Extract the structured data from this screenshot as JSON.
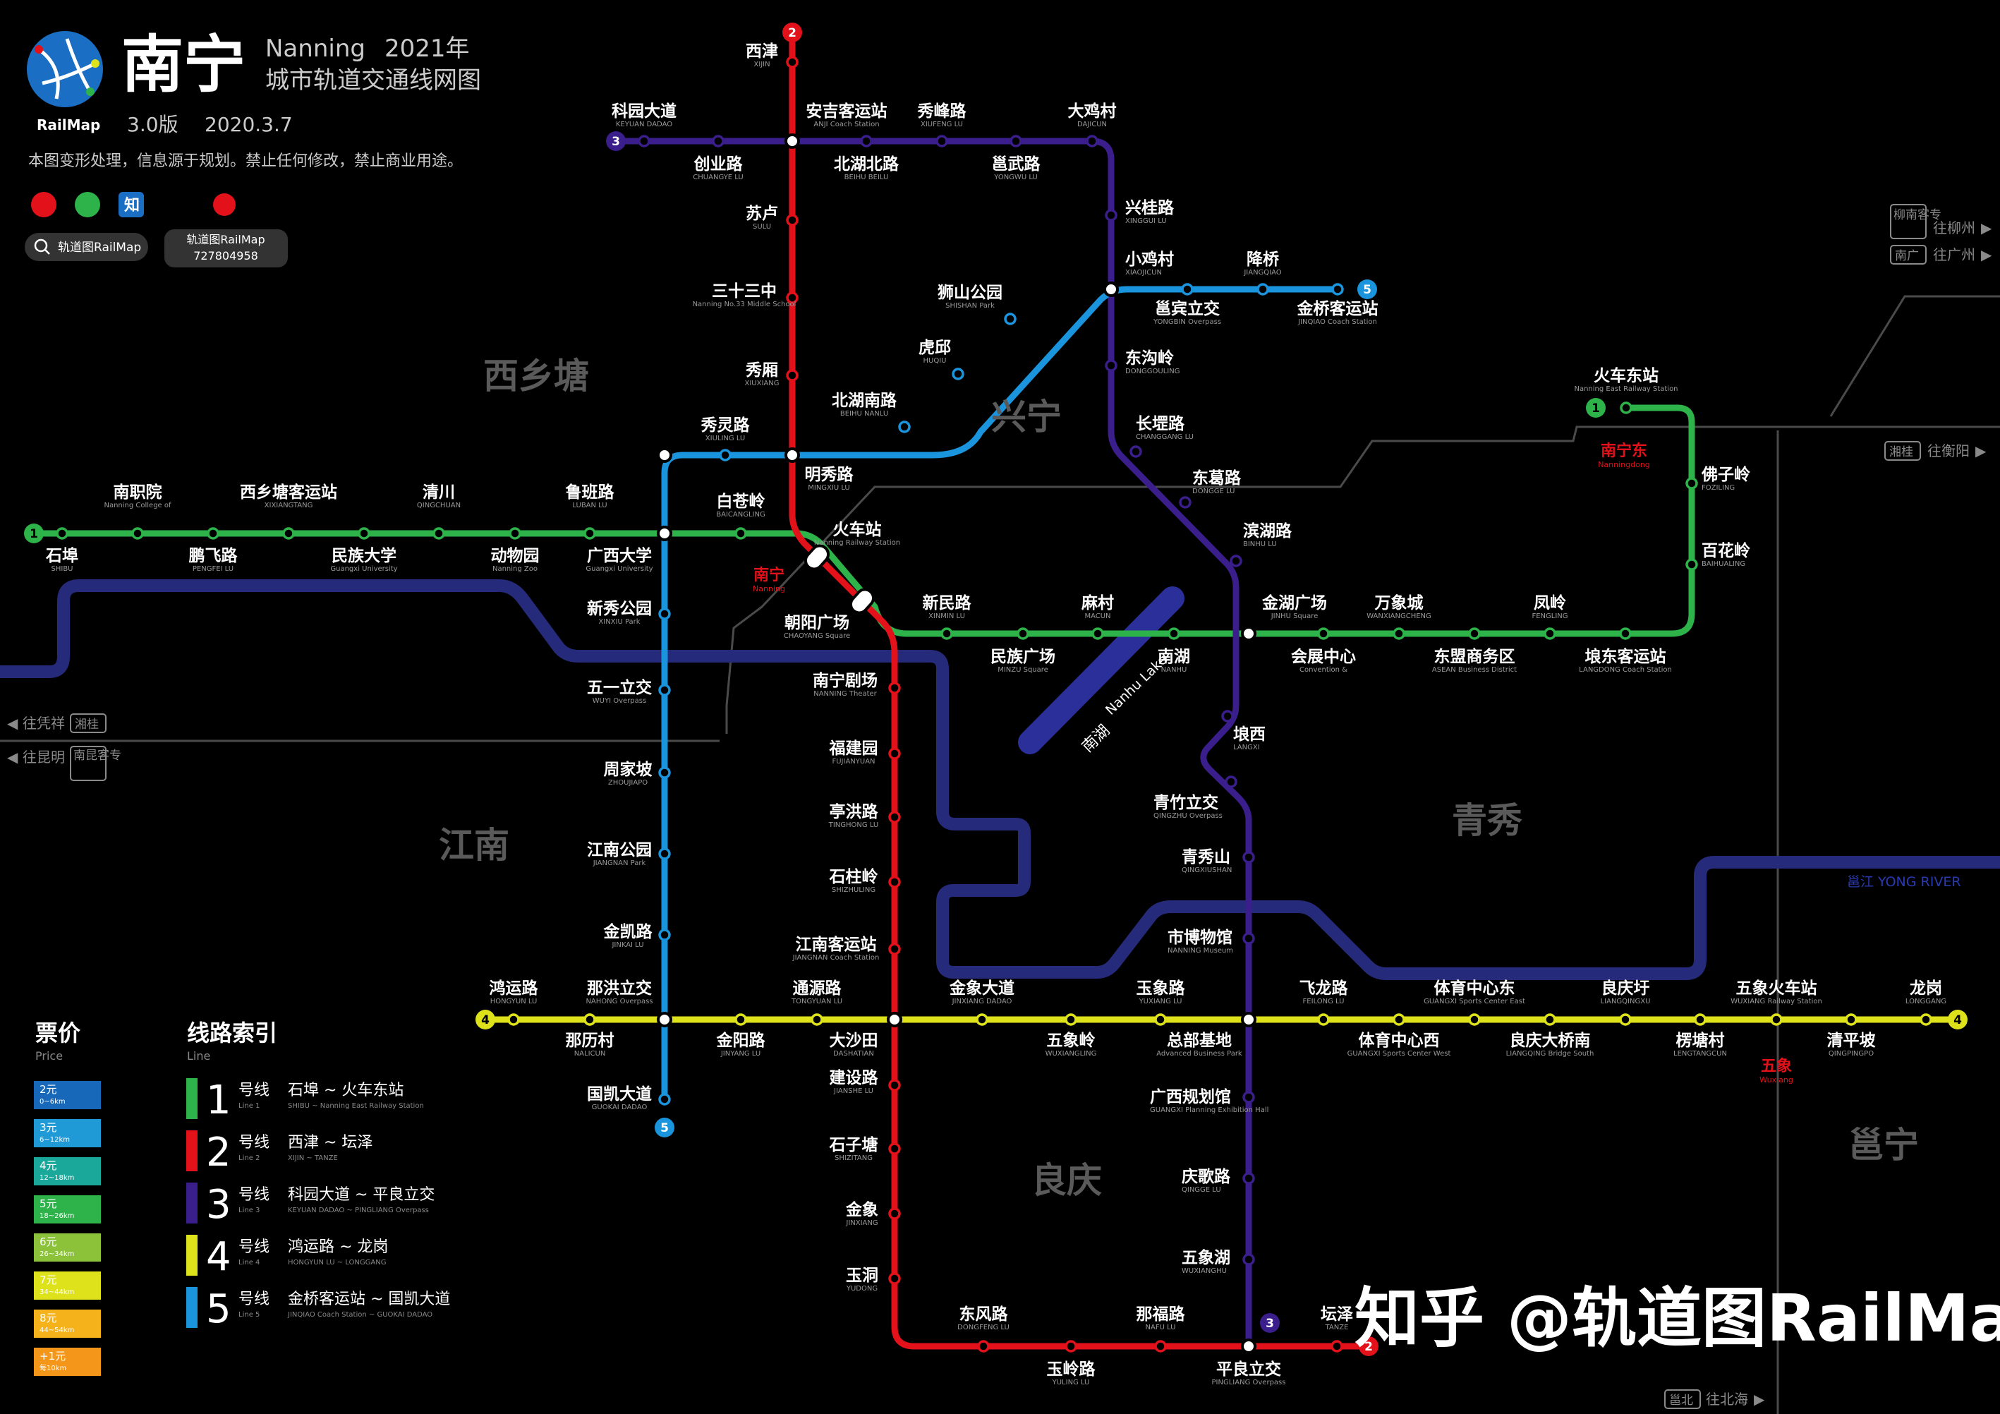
{
  "header": {
    "city_cn": "南宁",
    "city_en": "Nanning",
    "year": "2021年",
    "subtitle": "城市轨道交通线网图",
    "brand": "RailMap",
    "version": "3.0版",
    "date": "2020.3.7",
    "disclaimer": "本图变形处理，信息源于规划。禁止任何修改，禁止商业用途。",
    "search_label": "轨道图RailMap",
    "qq_label": "轨道图RailMap",
    "qq_number": "727804958",
    "zhihu_glyph": "知"
  },
  "watermark": "知乎 @轨道图RailMap",
  "colors": {
    "line1": "#2db34a",
    "line2": "#e2111a",
    "line3": "#3a1e8c",
    "line4": "#dde21a",
    "line5": "#1a94dc",
    "planned": "#262a7a",
    "district": "#5a5a5a",
    "transfer_fill": "#ffffff"
  },
  "districts": [
    "西乡塘",
    "兴宁",
    "江南",
    "青秀",
    "良庆",
    "邕宁"
  ],
  "lake": {
    "cn": "南湖",
    "en": "Nanhu Lake"
  },
  "river": "邕江 YONG RIVER",
  "directions": {
    "liuzhou_box": "柳南客专",
    "liuzhou": "往柳州",
    "guangzhou_box": "南广",
    "guangzhou": "往广州",
    "hengyang_box": "湘桂",
    "hengyang": "往衡阳",
    "pingxiang_box": "湘桂",
    "pingxiang": "往凭祥",
    "pingxiang_prefix": "往",
    "pingxiang_arrow": "◀",
    "kunming_box": "南昆客专",
    "kunming": "往昆明",
    "beihai_box": "邕北",
    "beihai": "往北海"
  },
  "rail_stations": [
    {
      "name": "南宁东",
      "en": "Nanningdong"
    },
    {
      "name": "南宁",
      "en": "Nanning"
    },
    {
      "name": "五象",
      "en": "Wuxiang"
    }
  ],
  "price_legend": {
    "title": "票价",
    "subtitle": "Price",
    "items": [
      {
        "price": "2元",
        "range": "0~6km",
        "color": "#1768b8"
      },
      {
        "price": "3元",
        "range": "6~12km",
        "color": "#1f9ad6"
      },
      {
        "price": "4元",
        "range": "12~18km",
        "color": "#1aa89a"
      },
      {
        "price": "5元",
        "range": "18~26km",
        "color": "#2db34a"
      },
      {
        "price": "6元",
        "range": "26~34km",
        "color": "#8bc23a"
      },
      {
        "price": "7元",
        "range": "34~44km",
        "color": "#dde21a"
      },
      {
        "price": "8元",
        "range": "44~54km",
        "color": "#f5b21b"
      },
      {
        "price": "+1元",
        "range": "每10km",
        "color": "#f3961a"
      }
    ]
  },
  "line_legend": {
    "title": "线路索引",
    "subtitle": "Line",
    "items": [
      {
        "num": "1",
        "label": "号线",
        "route": "石埠 ~ 火车东站",
        "en": "SHIBU ~ Nanning East Railway Station",
        "sub": "Line 1",
        "color": "#2db34a"
      },
      {
        "num": "2",
        "label": "号线",
        "route": "西津 ~ 坛泽",
        "en": "XIJIN ~ TANZE",
        "sub": "Line 2",
        "color": "#e2111a"
      },
      {
        "num": "3",
        "label": "号线",
        "route": "科园大道 ~ 平良立交",
        "en": "KEYUAN DADAO ~ PINGLIANG Overpass",
        "sub": "Line 3",
        "color": "#3a1e8c"
      },
      {
        "num": "4",
        "label": "号线",
        "route": "鸿运路 ~ 龙岗",
        "en": "HONGYUN LU ~ LONGGANG",
        "sub": "Line 4",
        "color": "#dde21a"
      },
      {
        "num": "5",
        "label": "号线",
        "route": "金桥客运站 ~ 国凯大道",
        "en": "JINQIAO Coach Station ~ GUOKAI DADAO",
        "sub": "Line 5",
        "color": "#1a94dc"
      }
    ]
  },
  "stations": [
    {
      "cn": "石埠",
      "en": "SHIBU"
    },
    {
      "cn": "南职院",
      "en": "Nanning College of"
    },
    {
      "cn": "鹏飞路",
      "en": "PENGFEI LU"
    },
    {
      "cn": "西乡塘客运站",
      "en": "XIXIANGTANG"
    },
    {
      "cn": "民族大学",
      "en": "Guangxi University"
    },
    {
      "cn": "清川",
      "en": "QINGCHUAN"
    },
    {
      "cn": "动物园",
      "en": "Nanning Zoo"
    },
    {
      "cn": "鲁班路",
      "en": "LUBAN LU"
    },
    {
      "cn": "广西大学",
      "en": "Guangxi University"
    },
    {
      "cn": "白苍岭",
      "en": "BAICANGLING"
    },
    {
      "cn": "火车站",
      "en": "Nanning Railway Station"
    },
    {
      "cn": "朝阳广场",
      "en": "CHAOYANG Square"
    },
    {
      "cn": "新民路",
      "en": "XINMIN LU"
    },
    {
      "cn": "民族广场",
      "en": "MINZU Square"
    },
    {
      "cn": "麻村",
      "en": "MACUN"
    },
    {
      "cn": "南湖",
      "en": "NANHU"
    },
    {
      "cn": "金湖广场",
      "en": "JINHU Square"
    },
    {
      "cn": "会展中心",
      "en": "Convention &"
    },
    {
      "cn": "万象城",
      "en": "WANXIANGCHENG"
    },
    {
      "cn": "东盟商务区",
      "en": "ASEAN Business District"
    },
    {
      "cn": "凤岭",
      "en": "FENGLING"
    },
    {
      "cn": "埌东客运站",
      "en": "LANGDONG Coach Station"
    },
    {
      "cn": "百花岭",
      "en": "BAIHUALING"
    },
    {
      "cn": "佛子岭",
      "en": "FOZILING"
    },
    {
      "cn": "火车东站",
      "en": "Nanning East Railway Station"
    },
    {
      "cn": "西津",
      "en": "XIJIN"
    },
    {
      "cn": "安吉客运站",
      "en": "ANJI Coach Station"
    },
    {
      "cn": "苏卢",
      "en": "SULU"
    },
    {
      "cn": "三十三中",
      "en": "Nanning No.33 Middle School"
    },
    {
      "cn": "秀厢",
      "en": "XIUXIANG"
    },
    {
      "cn": "明秀路",
      "en": "MINGXIU LU"
    },
    {
      "cn": "南宁剧场",
      "en": "NANNING Theater"
    },
    {
      "cn": "福建园",
      "en": "FUJIANYUAN"
    },
    {
      "cn": "亭洪路",
      "en": "TINGHONG LU"
    },
    {
      "cn": "石柱岭",
      "en": "SHIZHULING"
    },
    {
      "cn": "江南客运站",
      "en": "JIANGNAN Coach Station"
    },
    {
      "cn": "大沙田",
      "en": "DASHATIAN"
    },
    {
      "cn": "建设路",
      "en": "JIANSHE LU"
    },
    {
      "cn": "石子塘",
      "en": "SHIZITANG"
    },
    {
      "cn": "金象",
      "en": "JINXIANG"
    },
    {
      "cn": "玉洞",
      "en": "YUDONG"
    },
    {
      "cn": "东风路",
      "en": "DONGFENG LU"
    },
    {
      "cn": "玉岭路",
      "en": "YULING LU"
    },
    {
      "cn": "那福路",
      "en": "NAFU LU"
    },
    {
      "cn": "平良立交",
      "en": "PINGLIANG Overpass"
    },
    {
      "cn": "坛泽",
      "en": "TANZE"
    },
    {
      "cn": "科园大道",
      "en": "KEYUAN DADAO"
    },
    {
      "cn": "创业路",
      "en": "CHUANGYE LU"
    },
    {
      "cn": "北湖北路",
      "en": "BEIHU BEILU"
    },
    {
      "cn": "秀峰路",
      "en": "XIUFENG LU"
    },
    {
      "cn": "邕武路",
      "en": "YONGWU LU"
    },
    {
      "cn": "大鸡村",
      "en": "DAJICUN"
    },
    {
      "cn": "兴桂路",
      "en": "XINGGUI LU"
    },
    {
      "cn": "小鸡村",
      "en": "XIAOJICUN"
    },
    {
      "cn": "东沟岭",
      "en": "DONGGOULING"
    },
    {
      "cn": "长堽路",
      "en": "CHANGGANG LU"
    },
    {
      "cn": "东葛路",
      "en": "DONGGE LU"
    },
    {
      "cn": "滨湖路",
      "en": "BINHU LU"
    },
    {
      "cn": "埌西",
      "en": "LANGXI"
    },
    {
      "cn": "青竹立交",
      "en": "QINGZHU Overpass"
    },
    {
      "cn": "青秀山",
      "en": "QINGXIUSHAN"
    },
    {
      "cn": "市博物馆",
      "en": "NANNING Museum"
    },
    {
      "cn": "总部基地",
      "en": "Advanced Business Park"
    },
    {
      "cn": "广西规划馆",
      "en": "GUANGXI Planning Exhibition Hall"
    },
    {
      "cn": "庆歌路",
      "en": "QINGGE LU"
    },
    {
      "cn": "五象湖",
      "en": "WUXIANGHU"
    },
    {
      "cn": "鸿运路",
      "en": "HONGYUN LU"
    },
    {
      "cn": "那洪立交",
      "en": "NAHONG Overpass"
    },
    {
      "cn": "那历村",
      "en": "NALICUN"
    },
    {
      "cn": "金阳路",
      "en": "JINYANG LU"
    },
    {
      "cn": "通源路",
      "en": "TONGYUAN LU"
    },
    {
      "cn": "金象大道",
      "en": "JINXIANG DADAO"
    },
    {
      "cn": "五象岭",
      "en": "WUXIANGLING"
    },
    {
      "cn": "玉象路",
      "en": "YUXIANG LU"
    },
    {
      "cn": "飞龙路",
      "en": "FEILONG LU"
    },
    {
      "cn": "体育中心西",
      "en": "GUANGXI Sports Center West"
    },
    {
      "cn": "体育中心东",
      "en": "GUANGXI Sports Center East"
    },
    {
      "cn": "良庆大桥南",
      "en": "LIANGQING Bridge South"
    },
    {
      "cn": "良庆圩",
      "en": "LIANGQINGXU"
    },
    {
      "cn": "楞塘村",
      "en": "LENGTANGCUN"
    },
    {
      "cn": "五象火车站",
      "en": "WUXIANG Railway Station"
    },
    {
      "cn": "清平坡",
      "en": "QINGPINGPO"
    },
    {
      "cn": "龙岗",
      "en": "LONGGANG"
    },
    {
      "cn": "金桥客运站",
      "en": "JINQIAO Coach Station"
    },
    {
      "cn": "降桥",
      "en": "JIANGQIAO"
    },
    {
      "cn": "邕宾立交",
      "en": "YONGBIN Overpass"
    },
    {
      "cn": "狮山公园",
      "en": "SHISHAN Park"
    },
    {
      "cn": "虎邱",
      "en": "HUQIU"
    },
    {
      "cn": "北湖南路",
      "en": "BEIHU NANLU"
    },
    {
      "cn": "秀灵路",
      "en": "XIULING LU"
    },
    {
      "cn": "新秀公园",
      "en": "XINXIU Park"
    },
    {
      "cn": "五一立交",
      "en": "WUYI Overpass"
    },
    {
      "cn": "周家坡",
      "en": "ZHOUJIAPO"
    },
    {
      "cn": "江南公园",
      "en": "JIANGNAN Park"
    },
    {
      "cn": "金凯路",
      "en": "JINKAI LU"
    },
    {
      "cn": "国凯大道",
      "en": "GUOKAI DADAO"
    }
  ]
}
